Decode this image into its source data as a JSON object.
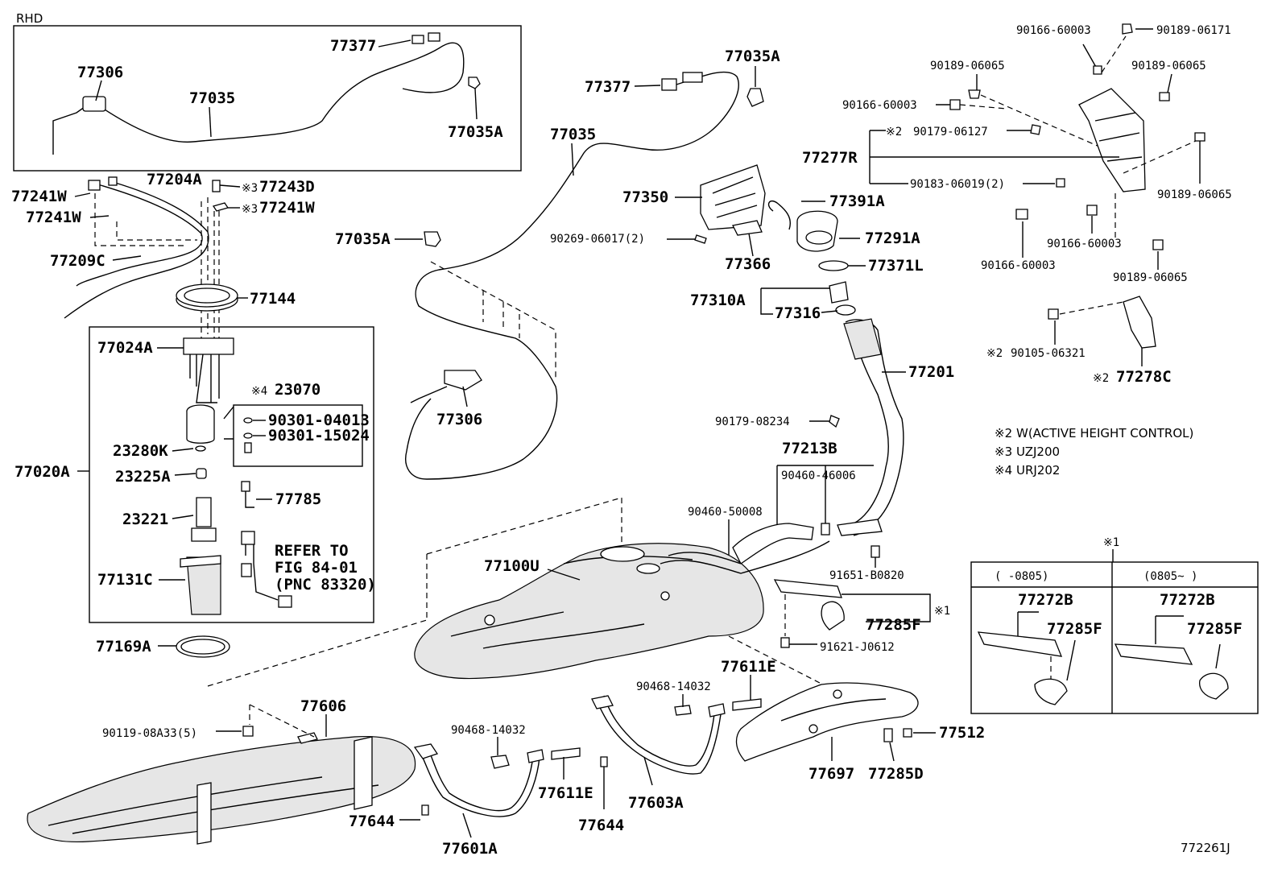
{
  "corner_label": "RHD",
  "figure_id": "772261J",
  "notes": [
    {
      "mark": "※2",
      "text": "W(ACTIVE HEIGHT CONTROL)"
    },
    {
      "mark": "※3",
      "text": "UZJ200"
    },
    {
      "mark": "※4",
      "text": "URJ202"
    }
  ],
  "callouts": {
    "p77377a": "77377",
    "p77306a": "77306",
    "p77035a": "77035",
    "p77035Aa": "77035A",
    "p77377b": "77377",
    "p77035Ab": "77035A",
    "p77035b": "77035",
    "p77035Ac": "77035A",
    "p77306b": "77306",
    "p77241W1": "77241W",
    "p77204A": "77204A",
    "p77243D": "77243D",
    "p77241W2": "77241W",
    "p77241W3": "77241W",
    "p77209C": "77209C",
    "p77144": "77144",
    "p77024A": "77024A",
    "p23070": "23070",
    "p90301_04013": "90301-04013",
    "p90301_15024": "90301-15024",
    "p23280K": "23280K",
    "p77020A": "77020A",
    "p23225A": "23225A",
    "p77785": "77785",
    "p23221": "23221",
    "p77131C": "77131C",
    "p77169A": "77169A",
    "refer1": "REFER TO",
    "refer2": "FIG 84-01",
    "refer3": "(PNC 83320)",
    "p77350": "77350",
    "p90269": "90269-06017(2)",
    "p77366": "77366",
    "p77391A": "77391A",
    "p77291A": "77291A",
    "p77371L": "77371L",
    "p77310A": "77310A",
    "p77316": "77316",
    "p77201": "77201",
    "p90179_08234": "90179-08234",
    "p77213B": "77213B",
    "p90460_46006": "90460-46006",
    "p90460_50008": "90460-50008",
    "p77100U": "77100U",
    "p91651": "91651-B0820",
    "p77285F1": "77285F",
    "p91621": "91621-J0612",
    "x1mark": "※1",
    "p90166a": "90166-60003",
    "p90189_06171": "90189-06171",
    "p90189a": "90189-06065",
    "p90189b": "90189-06065",
    "p90166b": "90166-60003",
    "p90179_06127": "90179-06127",
    "p77277R": "77277R",
    "p90183": "90183-06019(2)",
    "p90189c": "90189-06065",
    "p90166c": "90166-60003",
    "p90166d": "90166-60003",
    "p90189d": "90189-06065",
    "p90105": "90105-06321",
    "p77278C": "77278C",
    "box1_mark": "※1",
    "box1_left_head": "(   -0805)",
    "box1_right_head": "(0805~   )",
    "p77272B1": "77272B",
    "p77285F2": "77285F",
    "p77272B2": "77272B",
    "p77285F3": "77285F",
    "p77611Ea": "77611E",
    "p90468a": "90468-14032",
    "p77606": "77606",
    "p90119": "90119-08A33(5)",
    "p90468b": "90468-14032",
    "p77611Eb": "77611E",
    "p77644a": "77644",
    "p77601A": "77601A",
    "p77644b": "77644",
    "p77603A": "77603A",
    "p77697": "77697",
    "p77285D": "77285D",
    "p77512": "77512"
  },
  "marks": {
    "m243D": "※3",
    "m241W": "※3",
    "m23070": "※4",
    "m06127": "※2",
    "m06321": "※2",
    "m278C": "※2",
    "m285F": "※1"
  }
}
